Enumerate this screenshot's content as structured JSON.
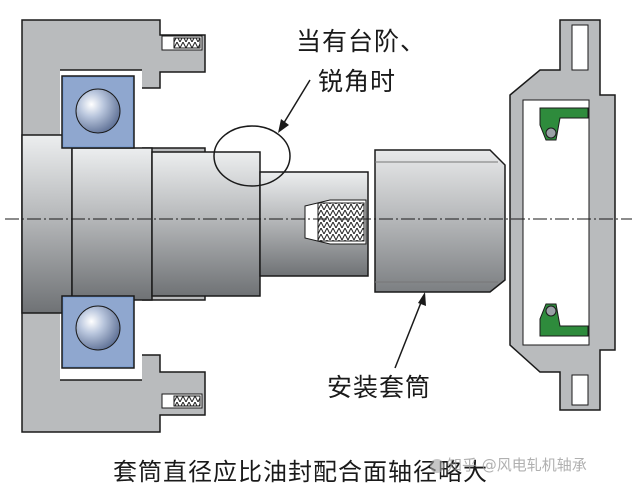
{
  "annotations": {
    "step_corner_line1": "当有台阶、",
    "step_corner_line2": "锐角时",
    "sleeve": "安装套筒"
  },
  "caption": "套筒直径应比油封配合面轴径略大",
  "watermark": "知乎 @风电轧机轴承",
  "colors": {
    "steel": "#b9bbbd",
    "bearing_cage": "#7f9fd0",
    "ball": "#8fa7cf",
    "seal_lip": "#2e8b3c",
    "outline": "#1a1a1a",
    "background": "#ffffff"
  }
}
